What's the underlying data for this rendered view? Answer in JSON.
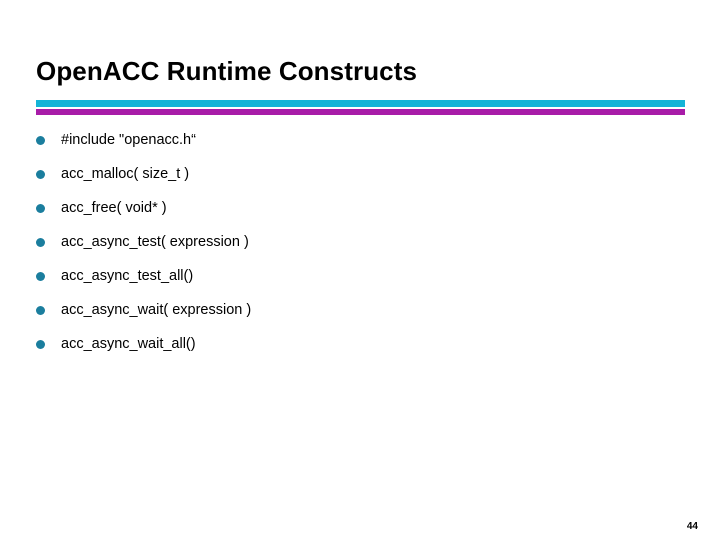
{
  "slide": {
    "title": "OpenACC Runtime Constructs",
    "page_number": "44",
    "accent_colors": {
      "rule_top": "#14b4d7",
      "rule_bottom": "#a81ca8",
      "bullet_marker": "#1b7e9e",
      "background": "#ffffff",
      "text": "#000000"
    },
    "bullets": [
      {
        "text": "#include \"openacc.h“"
      },
      {
        "text": "acc_malloc( size_t )"
      },
      {
        "text": "acc_free( void* )"
      },
      {
        "text": "acc_async_test( expression )"
      },
      {
        "text": "acc_async_test_all()"
      },
      {
        "text": "acc_async_wait( expression )"
      },
      {
        "text": "acc_async_wait_all()"
      }
    ]
  }
}
